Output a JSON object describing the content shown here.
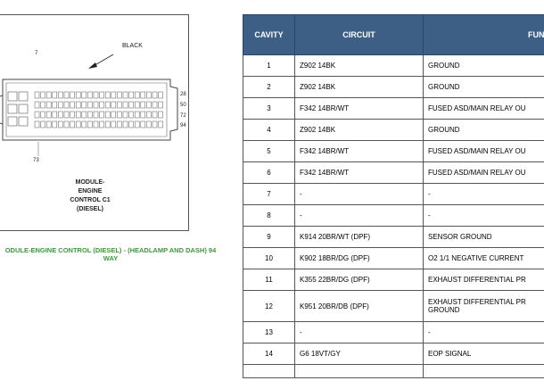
{
  "figure": {
    "top_pin": "7",
    "color_label": "BLACK",
    "right_pins": [
      "28",
      "50",
      "72",
      "94"
    ],
    "bottom_pin": "73",
    "module_label": [
      "MODULE-",
      "ENGINE",
      "CONTROL C1",
      "(DIESEL)"
    ],
    "caption_line1": "ODULE-ENGINE CONTROL (DIESEL) - (HEADLAMP AND DASH) 94",
    "caption_line2": "WAY"
  },
  "table": {
    "headers": {
      "cavity": "CAVITY",
      "circuit": "CIRCUIT",
      "function": "FUNCTIO"
    },
    "rows": [
      {
        "cavity": "1",
        "circuit": "Z902 14BK",
        "function": "GROUND"
      },
      {
        "cavity": "2",
        "circuit": "Z902 14BK",
        "function": "GROUND"
      },
      {
        "cavity": "3",
        "circuit": "F342 14BR/WT",
        "function": "FUSED ASD/MAIN RELAY OU"
      },
      {
        "cavity": "4",
        "circuit": "Z902 14BK",
        "function": "GROUND"
      },
      {
        "cavity": "5",
        "circuit": "F342 14BR/WT",
        "function": "FUSED ASD/MAIN RELAY OU"
      },
      {
        "cavity": "6",
        "circuit": "F342 14BR/WT",
        "function": "FUSED ASD/MAIN RELAY OU"
      },
      {
        "cavity": "7",
        "circuit": "-",
        "function": "-"
      },
      {
        "cavity": "8",
        "circuit": "-",
        "function": "-"
      },
      {
        "cavity": "9",
        "circuit": "K914 20BR/WT (DPF)",
        "function": "SENSOR GROUND"
      },
      {
        "cavity": "10",
        "circuit": "K902 18BR/DG (DPF)",
        "function": "O2 1/1 NEGATIVE CURRENT"
      },
      {
        "cavity": "11",
        "circuit": "K355 22BR/DG (DPF)",
        "function": "EXHAUST DIFFERENTIAL PR"
      },
      {
        "cavity": "12",
        "circuit": "K951 20BR/DB (DPF)",
        "function": "EXHAUST DIFFERENTIAL PR GROUND"
      },
      {
        "cavity": "13",
        "circuit": "-",
        "function": "-"
      },
      {
        "cavity": "14",
        "circuit": "G6 18VT/GY",
        "function": "EOP SIGNAL"
      }
    ]
  }
}
